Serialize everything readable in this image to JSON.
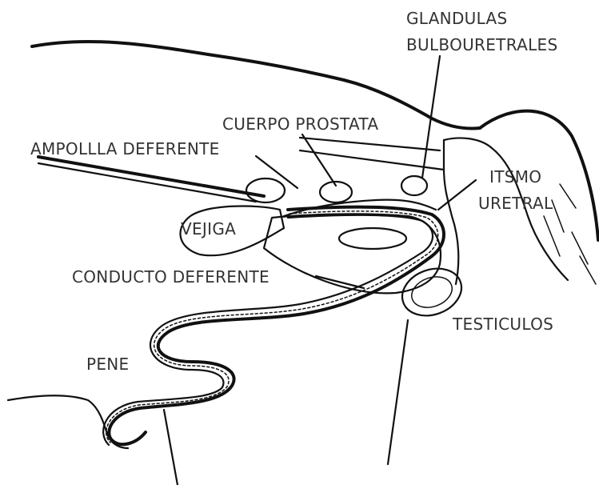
{
  "diagram": {
    "labels": {
      "glandulas_line1": "GLANDULAS",
      "glandulas_line2": "BULBOURETRALES",
      "cuerpo_prostata": "CUERPO PROSTATA",
      "ampolla_deferente": "AMPOLLLA DEFERENTE",
      "itsmo": "ITSMO",
      "uretral": "URETRAL",
      "vejiga": "VEJIGA",
      "conducto_deferente": "CONDUCTO DEFERENTE",
      "testiculos": "TESTICULOS",
      "pene": "PENE"
    }
  }
}
